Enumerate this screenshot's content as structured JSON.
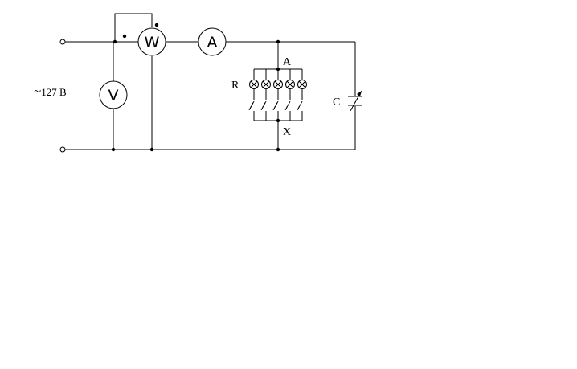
{
  "source": {
    "symbol": "~",
    "label": "127 В"
  },
  "meters": {
    "voltmeter": "V",
    "wattmeter": "W",
    "ammeter": "A"
  },
  "labels": {
    "node_top": "A",
    "node_bottom": "X",
    "lamps": "R",
    "capacitor": "C"
  }
}
